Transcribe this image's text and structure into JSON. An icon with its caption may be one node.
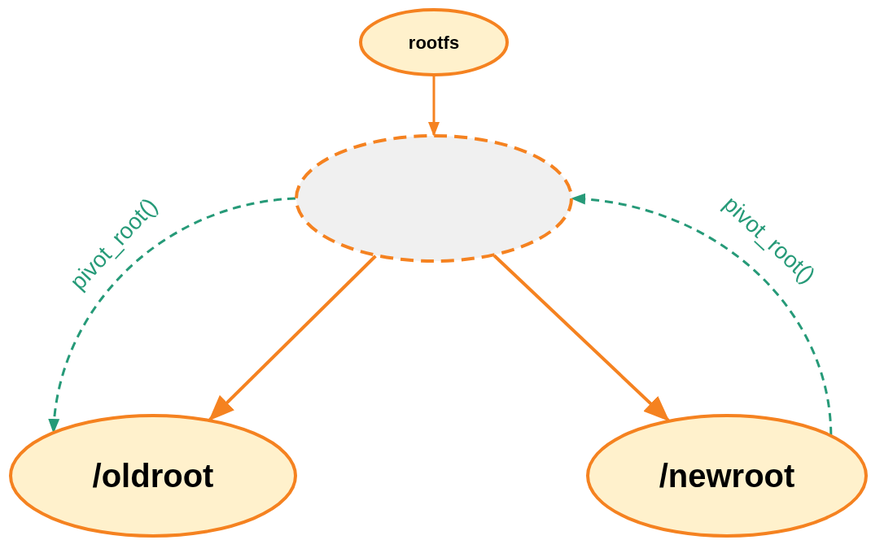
{
  "diagram": {
    "nodes": [
      {
        "text": [
          "rootfs"
        ]
      },
      {
        "text": [],
        "shape": "ellipse"
      },
      {
        "text": [
          "/oldroot"
        ]
      },
      {
        "text": [
          "/newroot"
        ]
      }
    ],
    "edges": [
      {
        "from": 0,
        "to": 1,
        "arrow": "to"
      },
      {
        "from": 1,
        "to": 2,
        "arrow": "to"
      },
      {
        "from": 1,
        "to": 3,
        "arrow": "to"
      },
      {
        "from": 1,
        "to": 2,
        "arrow": "to",
        "style": "dashed",
        "color": "#269a78",
        "label": "pivot_root()"
      },
      {
        "from": 3,
        "to": 1,
        "arrow": "to",
        "style": "dashed",
        "color": "#269a78",
        "label": "pivot_root()"
      }
    ]
  }
}
